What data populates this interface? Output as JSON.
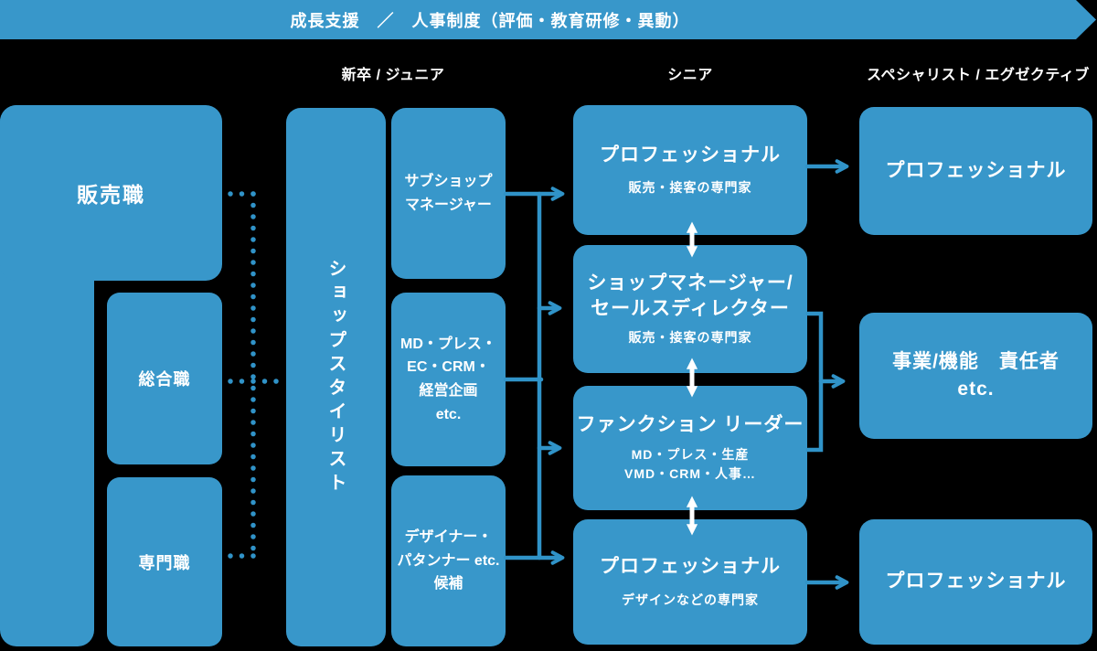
{
  "colors": {
    "box_blue": "#3897CA",
    "line_blue": "#3093C8",
    "background": "#000000",
    "text_white": "#FFFFFF"
  },
  "banner": {
    "title": "成長支援　／　人事制度（評価・教育研修・異動）"
  },
  "column_headers": {
    "junior": "新卒 / ジュニア",
    "senior": "シニア",
    "executive": "スペシャリスト / エグゼクティブ"
  },
  "career_map": {
    "origin": {
      "sales_label": "販売職",
      "general_label": "総合職",
      "specialist_label": "専門職"
    },
    "stylist_label": "ショップスタイリスト",
    "junior_stage": {
      "sub_shop_manager": "サブショップ\nマネージャー",
      "md_press_ec_crm": "MD・プレス・\nEC・CRM・\n経営企画\netc.",
      "designer_candidate": "デザイナー・\nパタンナー etc.\n候補"
    },
    "senior_stage": {
      "professional_sales": {
        "title": "プロフェッショナル",
        "subtitle": "販売・接客の専門家"
      },
      "shop_manager": {
        "title": "ショップマネージャー/\nセールスディレクター",
        "subtitle": "販売・接客の専門家"
      },
      "function_leader": {
        "title": "ファンクション リーダー",
        "subtitle": "MD・プレス・生産\nVMD・CRM・人事…"
      },
      "professional_design": {
        "title": "プロフェッショナル",
        "subtitle": "デザインなどの専門家"
      }
    },
    "executive_stage": {
      "professional_top": "プロフェッショナル",
      "business_function_head": "事業/機能　責任者\netc.",
      "professional_bottom": "プロフェッショナル"
    }
  }
}
